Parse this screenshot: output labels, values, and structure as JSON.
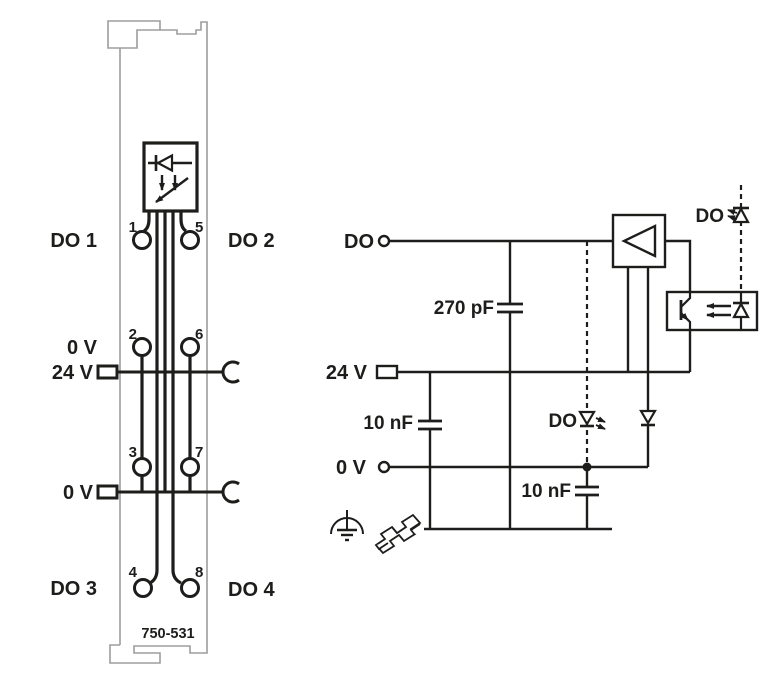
{
  "module": {
    "part_number": "750-531",
    "labels": {
      "do1": "DO 1",
      "do2": "DO 2",
      "do3": "DO 3",
      "do4": "DO 4",
      "v0_upper": "0 V",
      "v24": "24 V",
      "v0_lower": "0 V"
    },
    "terminals": [
      "1",
      "2",
      "3",
      "4",
      "5",
      "6",
      "7",
      "8"
    ]
  },
  "schematic": {
    "do_input": "DO",
    "v24": "24 V",
    "v0": "0 V",
    "cap_270pf": "270 pF",
    "cap_10nf_left": "10 nF",
    "cap_10nf_right": "10 nF",
    "led_top": "DO",
    "led_mid": "DO"
  },
  "icons": {
    "led_indicator": "led-indicator-icon",
    "jumper_contact": "power-jumper-contact-icon",
    "earth_ground": "earth-ground-icon",
    "din_rail": "din-rail-icon",
    "amplifier": "amplifier-icon",
    "optocoupler": "optocoupler-icon",
    "led": "led-icon",
    "diode": "diode-icon",
    "capacitor": "capacitor-icon"
  },
  "colors": {
    "line": "#1d1d1b",
    "module_outline": "#9d9d9c",
    "background": "#ffffff",
    "text": "#1d1d1b"
  }
}
